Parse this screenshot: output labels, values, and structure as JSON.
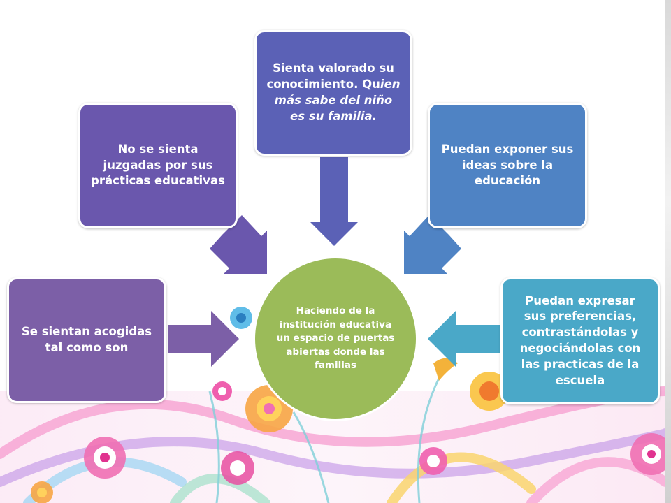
{
  "center": {
    "text": "Haciendo de la institución educativa un espacio de puertas abiertas donde las familias",
    "color": "#9bbb59"
  },
  "boxes": {
    "top": {
      "text_normal": "Sienta valorado su conocimiento. Qu",
      "text_italic": "ien más sabe del niño es su familia.",
      "color": "#5b61b6"
    },
    "upper_left": {
      "text": "No se sienta juzgadas por sus prácticas educativas",
      "color": "#6a57ad"
    },
    "upper_right": {
      "text": "Puedan exponer sus ideas sobre la educación",
      "color": "#4f83c4"
    },
    "left": {
      "text": "Se sientan acogidas tal como son",
      "color": "#7c5fa7"
    },
    "right": {
      "text": "Puedan expresar sus preferencias, contrastándolas y negociándolas con las practicas de la escuela",
      "color": "#4aa8c8"
    }
  },
  "arrows": {
    "top_color": "#5b61b6",
    "upper_left_color": "#6a57ad",
    "upper_right_color": "#4f83c4",
    "left_color": "#7c5fa7",
    "right_color": "#4aa8c8"
  }
}
